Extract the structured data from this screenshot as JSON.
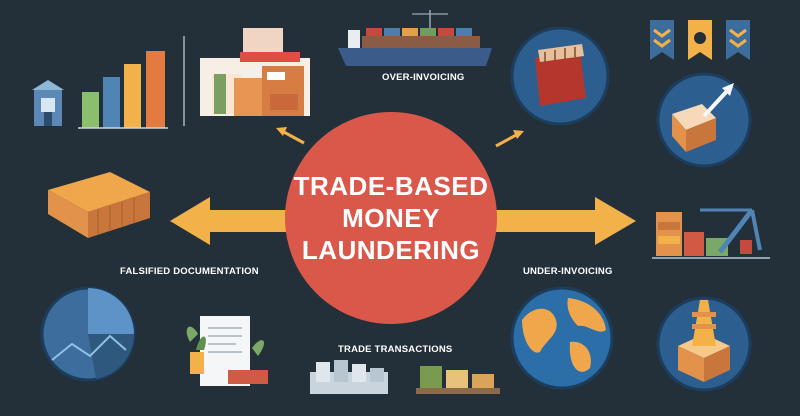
{
  "title": {
    "lines": [
      "TRADE-BASED",
      "MONEY",
      "LAUNDERING"
    ]
  },
  "labels": {
    "top": "OVER-INVOICING",
    "left": "FALSIFIED DOCUMENTATION",
    "right": "UNDER-INVOICING",
    "bottom": "TRADE TRANSACTIONS"
  },
  "colors": {
    "background": "#23303a",
    "circle": "#d9584a",
    "arrow": "#f3b14a",
    "accent_blue": "#3d6d9c",
    "accent_green": "#7aa866",
    "accent_orange": "#e2924b"
  },
  "icons": [
    "bank-building-icon",
    "bar-chart-icon",
    "storefront-icon",
    "cargo-ship-icon",
    "document-box-icon",
    "chevron-banners-icon",
    "box-with-arrow-icon",
    "shipping-container-icon",
    "port-crane-icon",
    "pie-chart-icon",
    "plant-document-icon",
    "globe-icon",
    "tower-box-icon",
    "stacked-goods-icon"
  ]
}
